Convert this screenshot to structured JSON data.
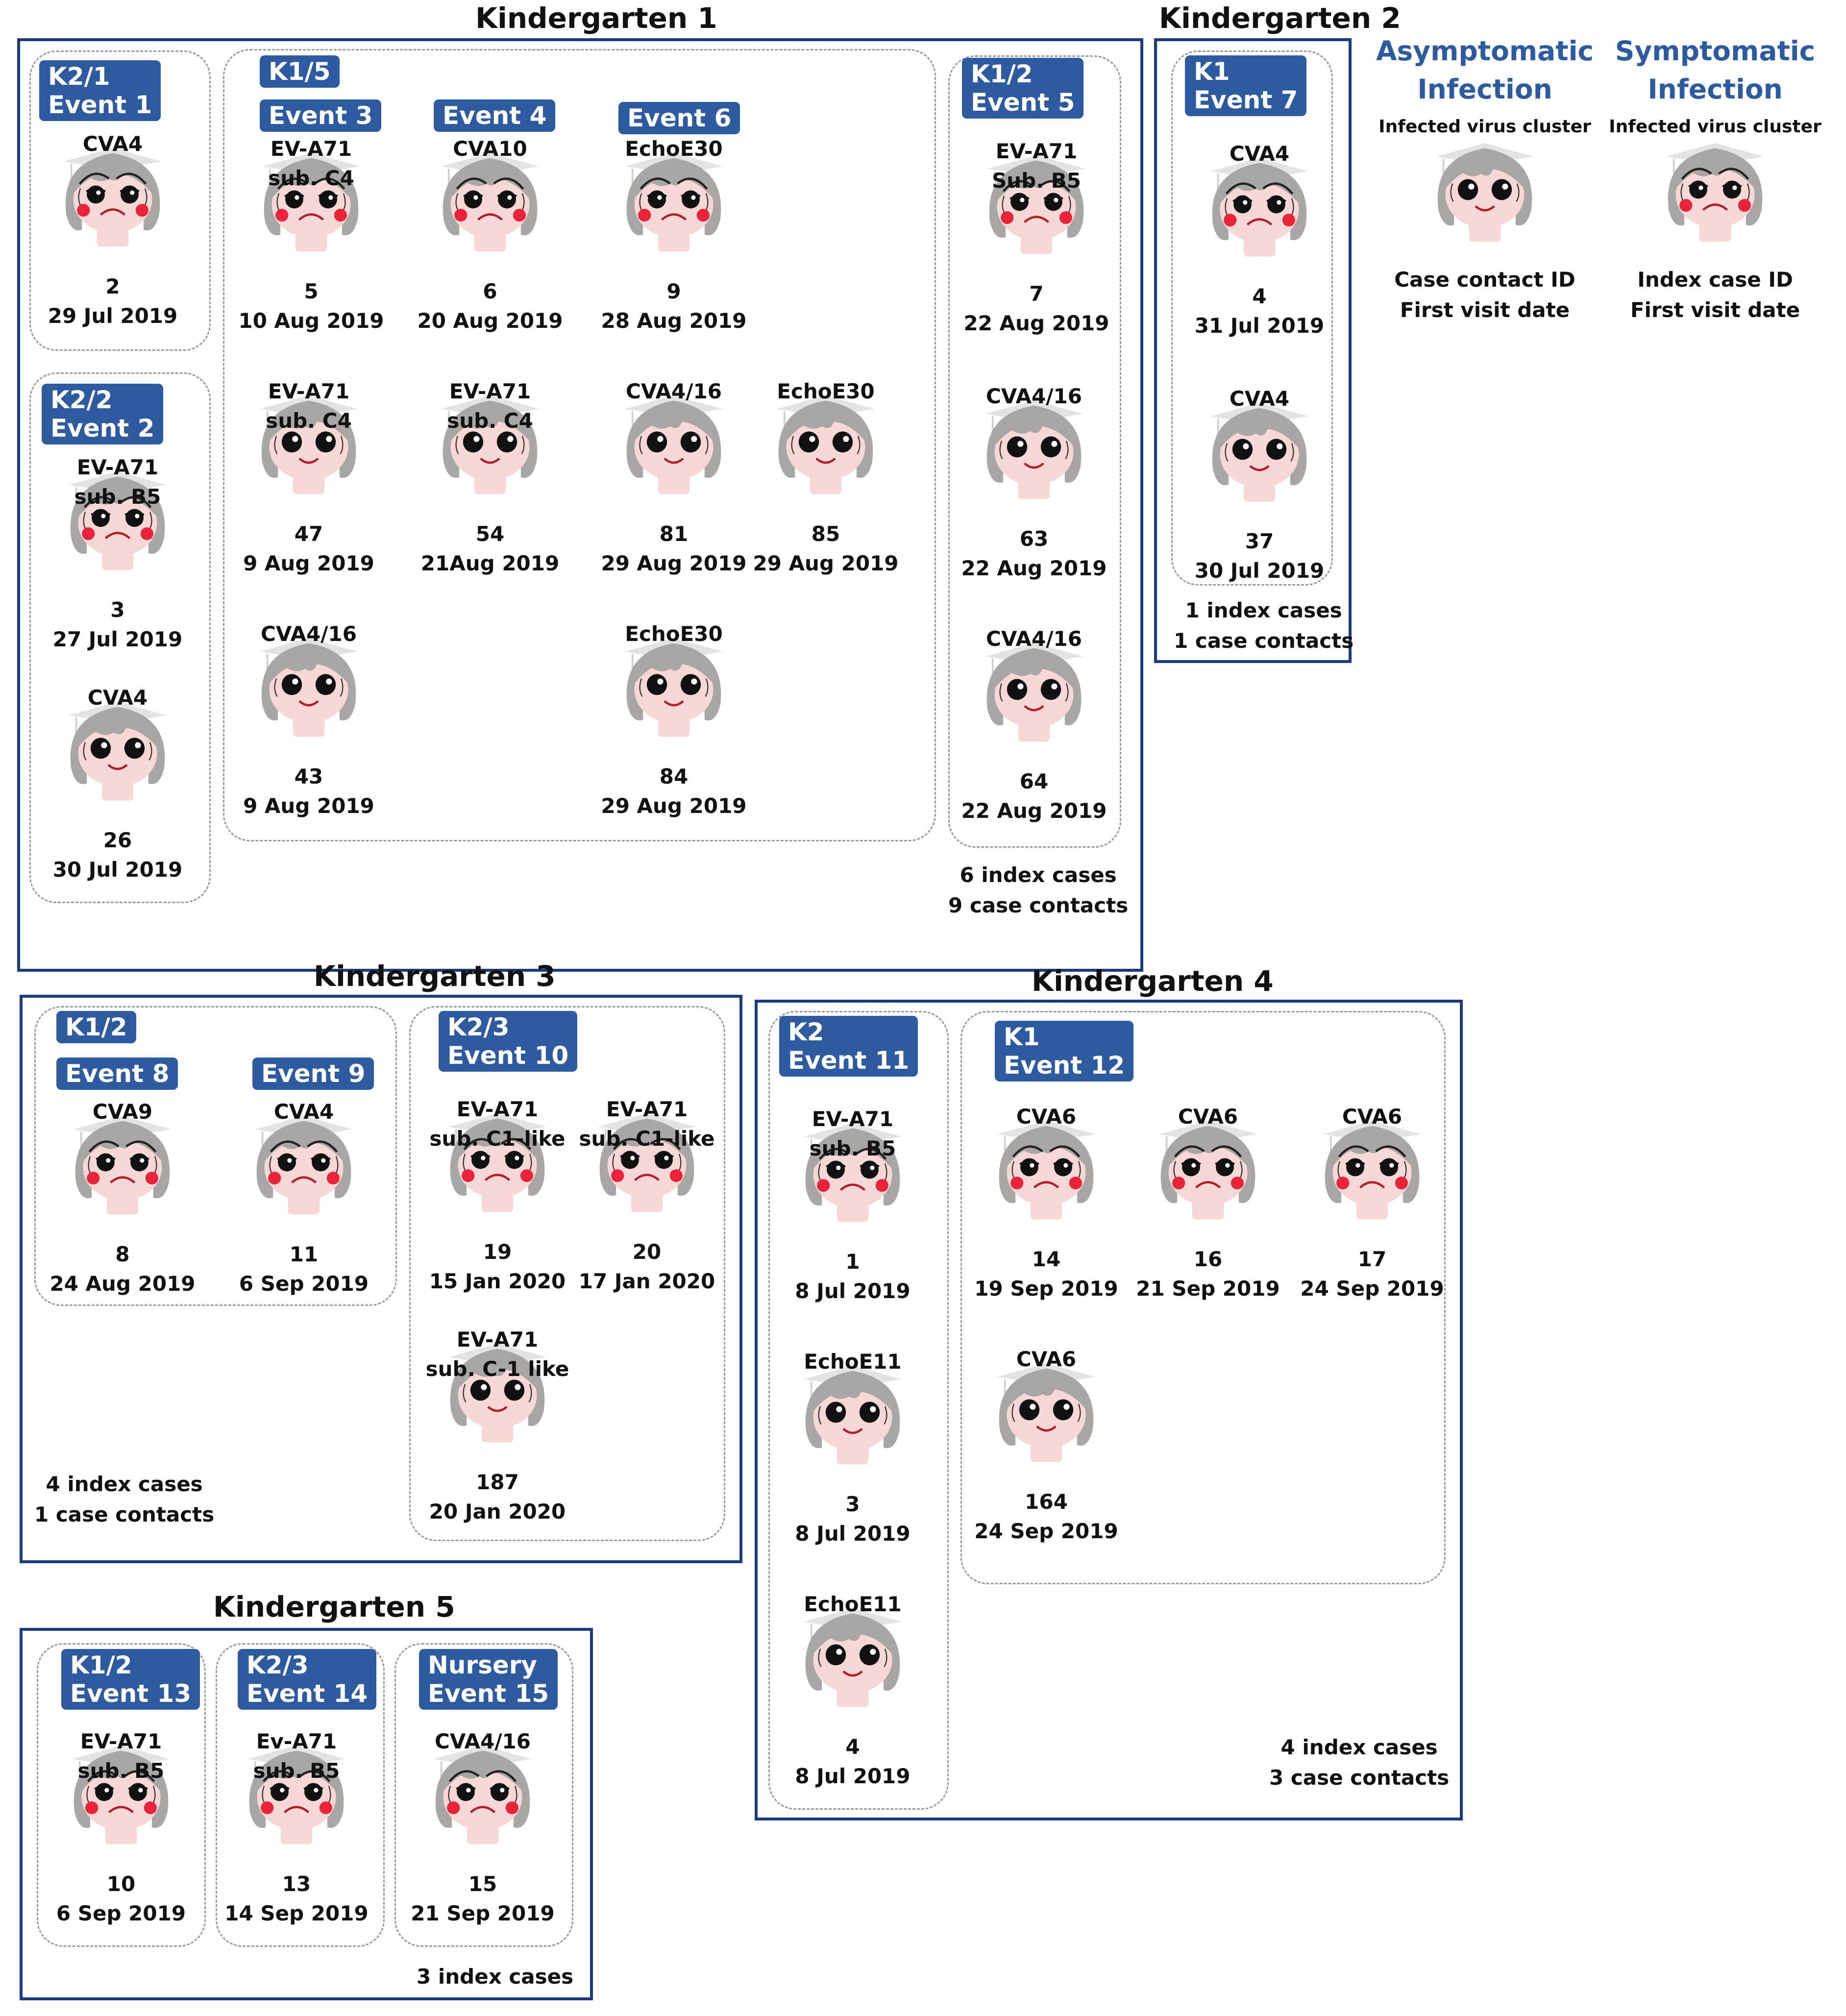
{
  "kindergartens": [
    {
      "title": "Kindergarten 1",
      "summary": [
        "6 index cases",
        "9 case contacts"
      ],
      "groups": [
        {
          "tags": [
            "K2/1\nEvent 1"
          ],
          "children": [
            {
              "virus": "CVA4",
              "id": "2",
              "date": "29 Jul 2019",
              "symptomatic": true
            }
          ]
        },
        {
          "tags": [
            "K2/2\nEvent 2"
          ],
          "children": [
            {
              "virus": "EV-A71\nsub. B5",
              "id": "3",
              "date": "27 Jul 2019",
              "symptomatic": true
            },
            {
              "virus": "CVA4",
              "id": "26",
              "date": "30 Jul 2019",
              "symptomatic": false
            }
          ]
        },
        {
          "tags": [
            "K1/5",
            "Event 3",
            "Event 4",
            "Event 6"
          ],
          "children": [
            {
              "virus": "EV-A71\nsub. C4",
              "id": "5",
              "date": "10 Aug 2019",
              "symptomatic": true
            },
            {
              "virus": "CVA10",
              "id": "6",
              "date": "20 Aug 2019",
              "symptomatic": true
            },
            {
              "virus": "EchoE30",
              "id": "9",
              "date": "28 Aug 2019",
              "symptomatic": true
            },
            {
              "virus": "EV-A71\nsub. C4",
              "id": "47",
              "date": "9 Aug 2019",
              "symptomatic": false
            },
            {
              "virus": "EV-A71\nsub. C4",
              "id": "54",
              "date": "21Aug 2019",
              "symptomatic": false
            },
            {
              "virus": "CVA4/16",
              "id": "81",
              "date": "29 Aug 2019",
              "symptomatic": false
            },
            {
              "virus": "EchoE30",
              "id": "85",
              "date": "29 Aug 2019",
              "symptomatic": false
            },
            {
              "virus": "CVA4/16",
              "id": "43",
              "date": "9 Aug 2019",
              "symptomatic": false
            },
            {
              "virus": "EchoE30",
              "id": "84",
              "date": "29 Aug 2019",
              "symptomatic": false
            }
          ]
        },
        {
          "tags": [
            "K1/2\nEvent 5"
          ],
          "children": [
            {
              "virus": "EV-A71\nSub. B5",
              "id": "7",
              "date": "22 Aug 2019",
              "symptomatic": true
            },
            {
              "virus": "CVA4/16",
              "id": "63",
              "date": "22 Aug 2019",
              "symptomatic": false
            },
            {
              "virus": "CVA4/16",
              "id": "64",
              "date": "22 Aug 2019",
              "symptomatic": false
            }
          ]
        }
      ]
    },
    {
      "title": "Kindergarten 2",
      "summary": [
        "1 index cases",
        "1 case contacts"
      ],
      "groups": [
        {
          "tags": [
            "K1\nEvent 7"
          ],
          "children": [
            {
              "virus": "CVA4",
              "id": "4",
              "date": "31 Jul 2019",
              "symptomatic": true
            },
            {
              "virus": "CVA4",
              "id": "37",
              "date": "30 Jul 2019",
              "symptomatic": false
            }
          ]
        }
      ]
    },
    {
      "title": "Kindergarten 3",
      "summary": [
        "4 index cases",
        "1 case contacts"
      ],
      "groups": [
        {
          "tags": [
            "K1/2",
            "Event 8",
            "Event 9"
          ],
          "children": [
            {
              "virus": "CVA9",
              "id": "8",
              "date": "24 Aug 2019",
              "symptomatic": true
            },
            {
              "virus": "CVA4",
              "id": "11",
              "date": "6 Sep 2019",
              "symptomatic": true
            }
          ]
        },
        {
          "tags": [
            "K2/3\nEvent 10"
          ],
          "children": [
            {
              "virus": "EV-A71\nsub. C1-like",
              "id": "19",
              "date": "15 Jan 2020",
              "symptomatic": true
            },
            {
              "virus": "EV-A71\nsub. C1-like",
              "id": "20",
              "date": "17 Jan 2020",
              "symptomatic": true
            },
            {
              "virus": "EV-A71\nsub. C-1 like",
              "id": "187",
              "date": "20 Jan 2020",
              "symptomatic": false
            }
          ]
        }
      ]
    },
    {
      "title": "Kindergarten 4",
      "summary": [
        "4 index cases",
        "3 case contacts"
      ],
      "groups": [
        {
          "tags": [
            "K2\nEvent 11"
          ],
          "children": [
            {
              "virus": "EV-A71\nsub. B5",
              "id": "1",
              "date": "8 Jul 2019",
              "symptomatic": true
            },
            {
              "virus": "EchoE11",
              "id": "3",
              "date": "8 Jul 2019",
              "symptomatic": false
            },
            {
              "virus": "EchoE11",
              "id": "4",
              "date": "8 Jul 2019",
              "symptomatic": false
            }
          ]
        },
        {
          "tags": [
            "K1\nEvent 12"
          ],
          "children": [
            {
              "virus": "CVA6",
              "id": "14",
              "date": "19 Sep 2019",
              "symptomatic": true
            },
            {
              "virus": "CVA6",
              "id": "16",
              "date": "21 Sep 2019",
              "symptomatic": true
            },
            {
              "virus": "CVA6",
              "id": "17",
              "date": "24 Sep 2019",
              "symptomatic": true
            },
            {
              "virus": "CVA6",
              "id": "164",
              "date": "24 Sep 2019",
              "symptomatic": false
            }
          ]
        }
      ]
    },
    {
      "title": "Kindergarten 5",
      "summary": [
        "3 index cases"
      ],
      "groups": [
        {
          "tags": [
            "K1/2\nEvent 13"
          ],
          "children": [
            {
              "virus": "EV-A71\nsub. B5",
              "id": "10",
              "date": "6 Sep 2019",
              "symptomatic": true
            }
          ]
        },
        {
          "tags": [
            "K2/3\nEvent 14"
          ],
          "children": [
            {
              "virus": "Ev-A71\nsub. B5",
              "id": "13",
              "date": "14 Sep 2019",
              "symptomatic": true
            }
          ]
        },
        {
          "tags": [
            "Nursery\nEvent 15"
          ],
          "children": [
            {
              "virus": "CVA4/16",
              "id": "15",
              "date": "21 Sep 2019",
              "symptomatic": true
            }
          ]
        }
      ]
    }
  ],
  "legend": {
    "asymptomatic": {
      "title": "Asymptomatic\nInfection",
      "cluster_label": "Infected virus cluster",
      "caption": [
        "Case contact ID",
        "First visit date"
      ]
    },
    "symptomatic": {
      "title": "Symptomatic\nInfection",
      "cluster_label": "Infected virus cluster",
      "caption": [
        "Index case ID",
        "First visit date"
      ]
    }
  },
  "colors": {
    "frame": "#1f3a7a",
    "tag_bg": "#2e5aa0",
    "legend_title": "#2e5aa0",
    "hair": "#a9a6a6",
    "skin": "#f8d7d7",
    "blush": "#e8233a",
    "dashed_border": "#9a9a9a"
  }
}
